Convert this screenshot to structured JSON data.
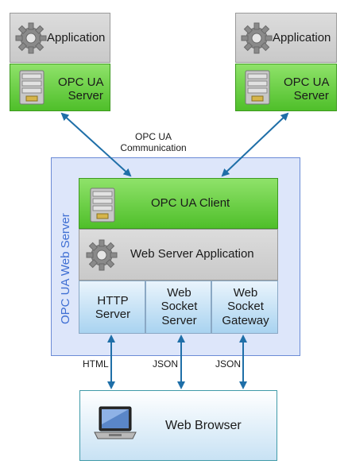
{
  "left_application": {
    "app_label": "Application",
    "server_label_line1": "OPC UA",
    "server_label_line2": "Server"
  },
  "right_application": {
    "app_label": "Application",
    "server_label_line1": "OPC UA",
    "server_label_line2": "Server"
  },
  "communication_label_line1": "OPC UA",
  "communication_label_line2": "Communication",
  "web_server_label": "OPC UA Web Server",
  "client_label": "OPC UA Client",
  "web_server_app_label": "Web Server Application",
  "http_server": {
    "line1": "HTTP",
    "line2": "Server"
  },
  "websocket_server": {
    "line1": "Web",
    "line2": "Socket",
    "line3": "Server"
  },
  "websocket_gateway": {
    "line1": "Web",
    "line2": "Socket",
    "line3": "Gateway"
  },
  "protocol_labels": {
    "html": "HTML",
    "json1": "JSON",
    "json2": "JSON"
  },
  "browser_label": "Web Browser",
  "colors": {
    "arrow": "#1f6fa8",
    "green": "#4fbf2a",
    "web_server_border": "#6b8bd6",
    "vertical_text": "#3f6fd3"
  }
}
